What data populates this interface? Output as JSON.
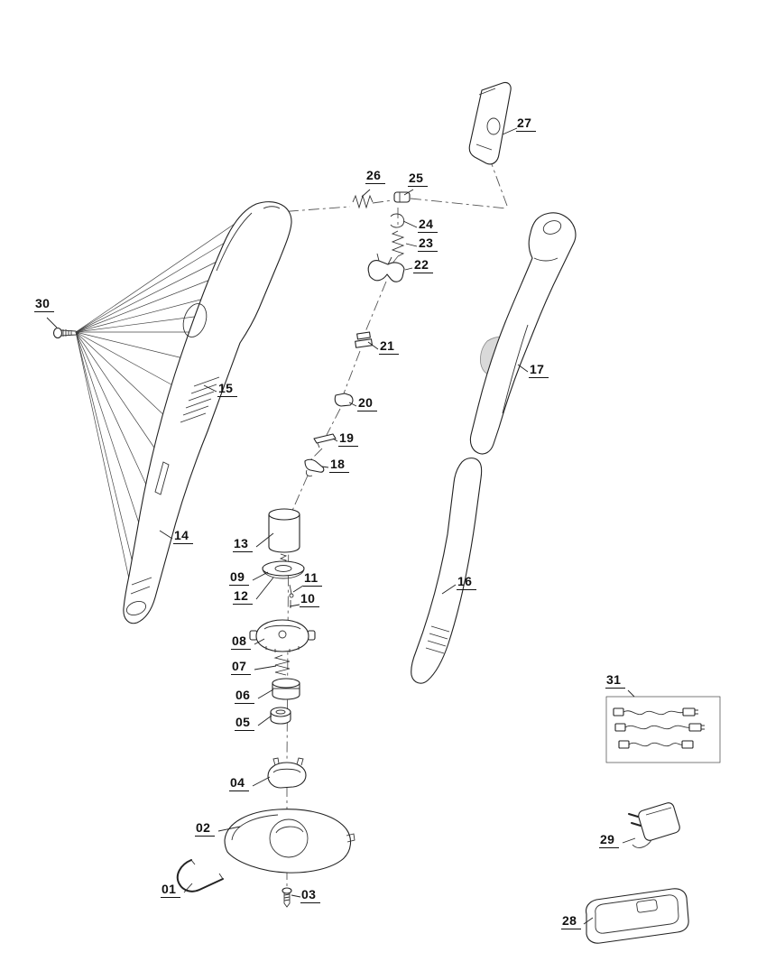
{
  "diagram": {
    "kind": "exploded-view-parts-diagram"
  },
  "parts": {
    "p01": "01",
    "p02": "02",
    "p03": "03",
    "p04": "04",
    "p05": "05",
    "p06": "06",
    "p07": "07",
    "p08": "08",
    "p09": "09",
    "p10": "10",
    "p11": "11",
    "p12": "12",
    "p13": "13",
    "p14": "14",
    "p15": "15",
    "p16": "16",
    "p17": "17",
    "p18": "18",
    "p19": "19",
    "p20": "20",
    "p21": "21",
    "p22": "22",
    "p23": "23",
    "p24": "24",
    "p25": "25",
    "p26": "26",
    "p27": "27",
    "p28": "28",
    "p29": "29",
    "p30": "30",
    "p31": "31"
  }
}
